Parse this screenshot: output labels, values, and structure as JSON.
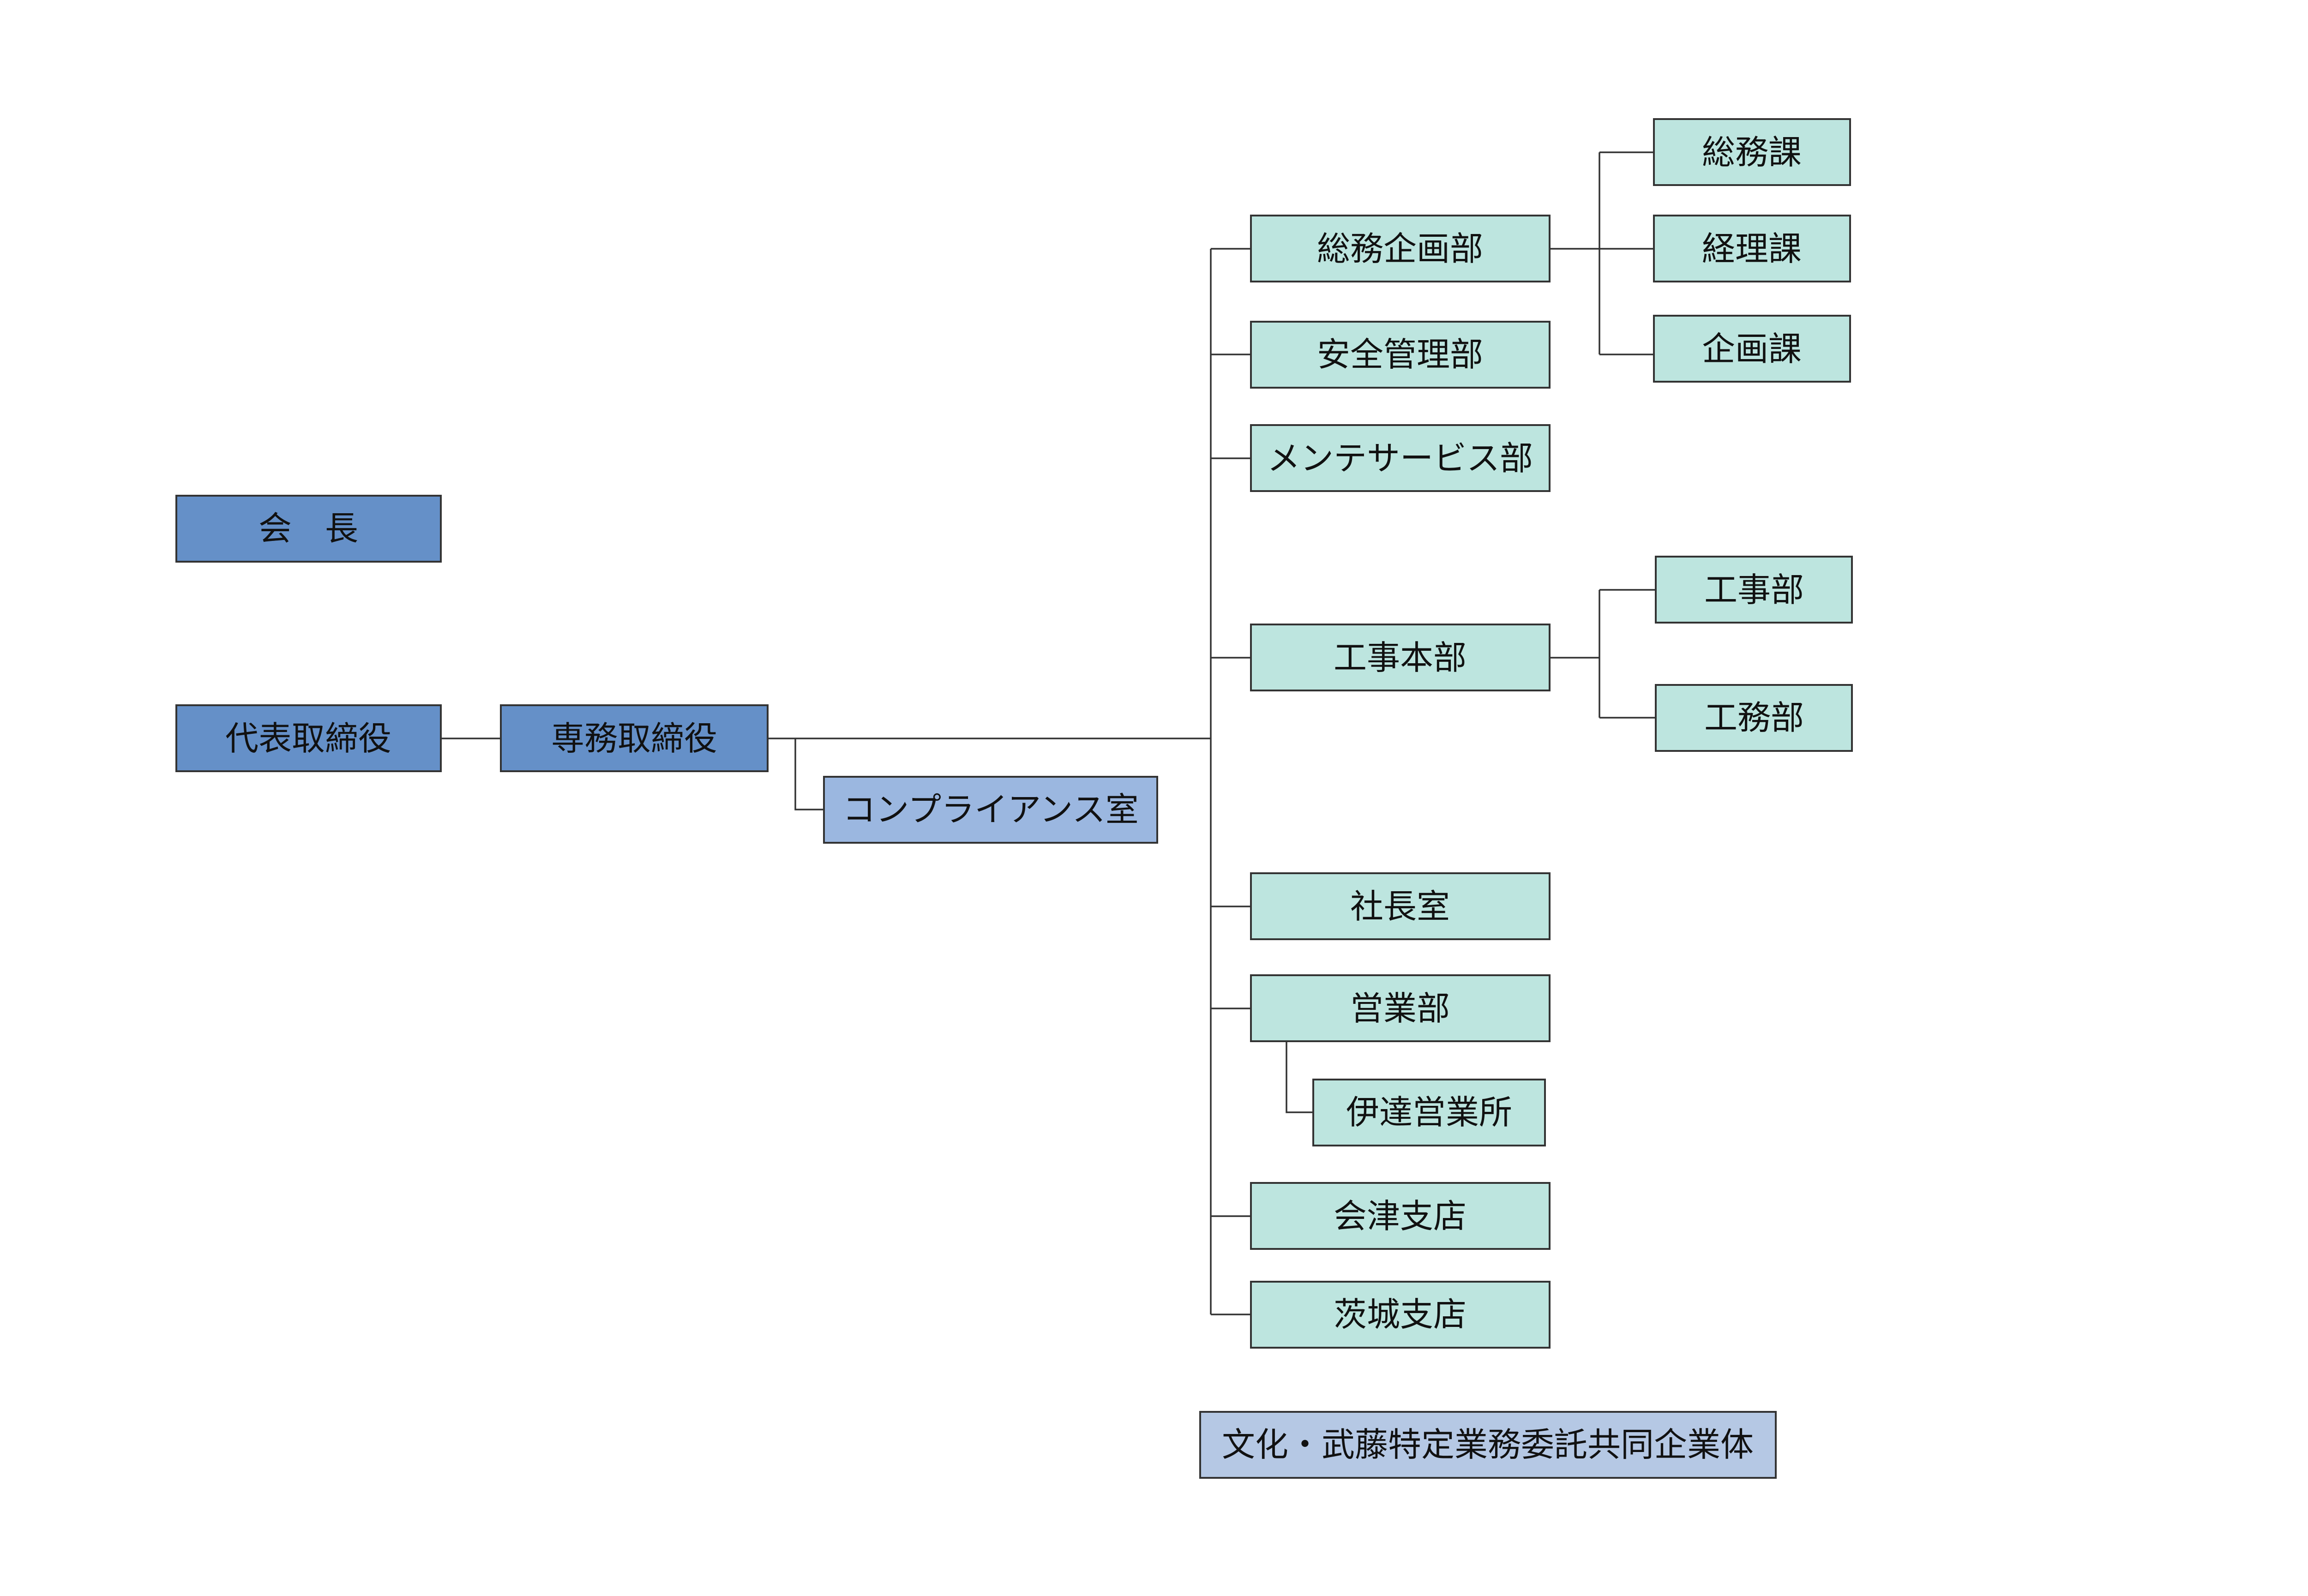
{
  "org": {
    "chairman": "会　長",
    "president": "代表取締役",
    "senior_director": "専務取締役",
    "compliance": "コンプライアンス室",
    "departments": {
      "general_planning": "総務企画部",
      "safety": "安全管理部",
      "maintenance_service": "メンテサービス部",
      "construction_hq": "工事本部",
      "president_office": "社長室",
      "sales": "営業部",
      "date_office": "伊達営業所",
      "aizu_branch": "会津支店",
      "ibaraki_branch": "茨城支店"
    },
    "sections": {
      "general_affairs": "総務課",
      "accounting": "経理課",
      "planning": "企画課",
      "construction": "工事部",
      "construction_affairs": "工務部"
    },
    "joint_venture": "文化・武藤特定業務委託共同企業体"
  },
  "colors": {
    "executive": "#6590c8",
    "compliance": "#9bb7e0",
    "department": "#bde5df",
    "joint_venture": "#b5c8e4",
    "border": "#333333"
  }
}
